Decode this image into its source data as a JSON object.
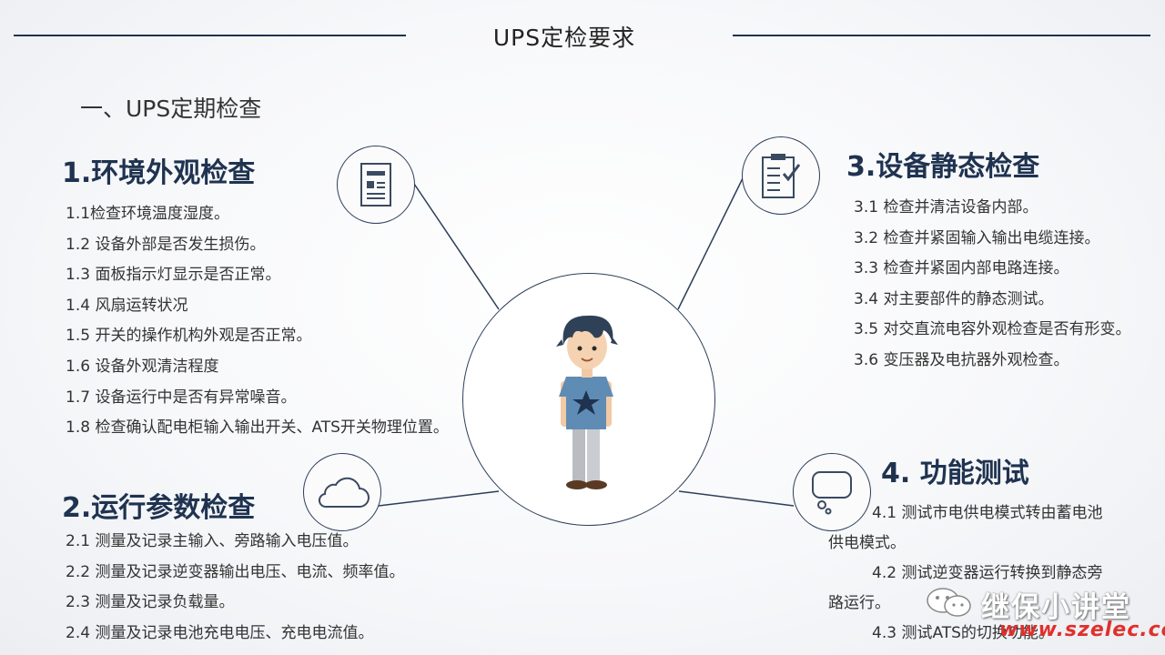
{
  "slide": {
    "title": "UPS定检要求",
    "section": "一、UPS定期检查"
  },
  "groups": {
    "g1": {
      "title": "1.环境外观检查",
      "items": [
        "1.1检查环境温度湿度。",
        "1.2  设备外部是否发生损伤。",
        "1.3  面板指示灯显示是否正常。",
        "1.4  风扇运转状况",
        "1.5  开关的操作机构外观是否正常。",
        "1.6  设备外观清洁程度",
        "1.7  设备运行中是否有异常噪音。",
        "1.8  检查确认配电柜输入输出开关、ATS开关物理位置。"
      ]
    },
    "g2": {
      "title": "2.运行参数检查",
      "items": [
        "2.1  测量及记录主输入、旁路输入电压值。",
        "2.2  测量及记录逆变器输出电压、电流、频率值。",
        "2.3  测量及记录负载量。",
        "2.4  测量及记录电池充电电压、充电电流值。"
      ]
    },
    "g3": {
      "title": "3.设备静态检查",
      "items": [
        "3.1  检查并清洁设备内部。",
        "3.2  检查并紧固输入输出电缆连接。",
        "3.3  检查并紧固内部电路连接。",
        "3.4  对主要部件的静态测试。",
        "3.5  对交直流电容外观检查是否有形变。",
        "3.6  变压器及电抗器外观检查。"
      ]
    },
    "g4": {
      "title": "4. 功能测试",
      "items": [
        "4.1  测试市电供电模式转由蓄电池",
        "供电模式。",
        "4.2  测试逆变器运行转换到静态旁",
        "路运行。",
        "4.3  测试ATS的切换功能。"
      ]
    }
  },
  "icons": [
    "document-icon",
    "clipboard-checklist-icon",
    "cloud-icon",
    "chat-bubble-icon",
    "person-avatar-icon",
    "wechat-icon"
  ],
  "watermark": {
    "name": "继保小讲堂",
    "url": "www.szelec.cc"
  },
  "colors": {
    "accent": "#1f3350",
    "url": "#e0302c"
  }
}
